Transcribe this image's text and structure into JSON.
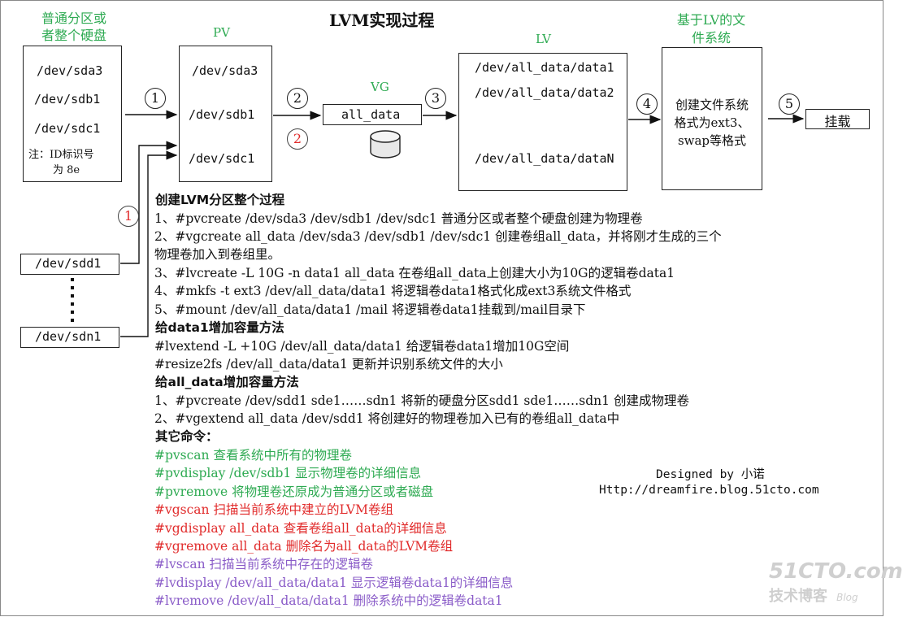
{
  "title": "LVM实现过程",
  "disk": {
    "heading_line1": "普通分区或",
    "heading_line2": "者整个硬盘",
    "items": [
      "/dev/sda3",
      "/dev/sdb1",
      "/dev/sdc1"
    ],
    "note_line1": "注：ID标识号",
    "note_line2": "为 8e"
  },
  "pv": {
    "heading": "PV",
    "items": [
      "/dev/sda3",
      "/dev/sdb1",
      "/dev/sdc1"
    ]
  },
  "vg": {
    "heading": "VG",
    "name": "all_data"
  },
  "lv": {
    "heading": "LV",
    "items": [
      "/dev/all_data/data1",
      "/dev/all_data/data2",
      "/dev/all_data/dataN"
    ]
  },
  "fs": {
    "heading_line1": "基于LV的文",
    "heading_line2": "件系统",
    "text_line1": "创建文件系统",
    "text_line2": "格式为ext3、",
    "text_line3": "swap等格式"
  },
  "mount": {
    "label": "挂载"
  },
  "steps": {
    "s1": "1",
    "s2": "2",
    "s2b": "2",
    "s3": "3",
    "s4": "4",
    "s5": "5",
    "s1b": "1"
  },
  "extra_disks": {
    "a": "/dev/sdd1",
    "b": "/dev/sdn1"
  },
  "colors": {
    "green": "#2eaa52",
    "red": "#e12b2b",
    "purple": "#8a5cc8"
  },
  "sections": {
    "create_heading": "创建LVM分区整个过程",
    "create_lines": [
      "1、#pvcreate /dev/sda3  /dev/sdb1 /dev/sdc1 普通分区或者整个硬盘创建为物理卷",
      "2、#vgcreate all_data  /dev/sda3  /dev/sdb1 /dev/sdc1 创建卷组all_data，并将刚才生成的三个",
      "物理卷加入到卷组里。",
      "3、#lvcreate -L 10G -n data1 all_data 在卷组all_data上创建大小为10G的逻辑卷data1",
      "4、#mkfs -t ext3  /dev/all_data/data1 将逻辑卷data1格式化成ext3系统文件格式",
      "5、#mount /dev/all_data/data1  /mail 将逻辑卷data1挂载到/mail目录下"
    ],
    "extend_heading": "给data1增加容量方法",
    "extend_lines": [
      "#lvextend -L +10G /dev/all_data/data1 给逻辑卷data1增加10G空间",
      "#resize2fs /dev/all_data/data1 更新并识别系统文件的大小"
    ],
    "vgextend_heading": "给all_data增加容量方法",
    "vgextend_lines": [
      "1、#pvcreate /dev/sdd1 sde1……sdn1 将新的硬盘分区sdd1 sde1……sdn1 创建成物理卷",
      "2、#vgextend all_data /dev/sdd1 将创建好的物理卷加入已有的卷组all_data中"
    ],
    "other_heading": "其它命令：",
    "green_lines": [
      "#pvscan 查看系统中所有的物理卷",
      "#pvdisplay /dev/sdb1 显示物理卷的详细信息",
      "#pvremove 将物理卷还原成为普通分区或者磁盘"
    ],
    "red_lines": [
      "#vgscan 扫描当前系统中建立的LVM卷组",
      "#vgdisplay all_data 查看卷组all_data的详细信息",
      "#vgremove all_data 删除名为all_data的LVM卷组"
    ],
    "purple_lines": [
      "#lvscan 扫描当前系统中存在的逻辑卷",
      "#lvdisplay /dev/all_data/data1 显示逻辑卷data1的详细信息",
      "#lvremove /dev/all_data/data1 删除系统中的逻辑卷data1"
    ]
  },
  "credit": {
    "line1": "Designed by 小诺",
    "line2": "Http://dreamfire.blog.51cto.com"
  },
  "watermark": {
    "main": "51CTO.com",
    "sub": "技术博客",
    "blog": "Blog"
  }
}
